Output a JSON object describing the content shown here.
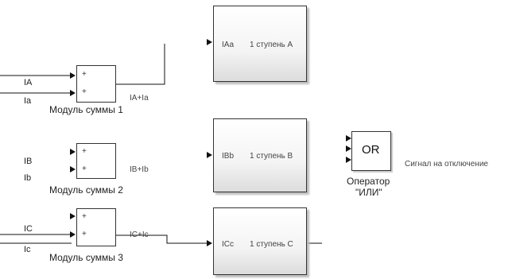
{
  "sum_blocks": [
    {
      "caption": "Модуль суммы 1",
      "output": "IA+Ia",
      "inputs": [
        "IA",
        "Ia"
      ],
      "signs": [
        "+",
        "+"
      ]
    },
    {
      "caption": "Модуль суммы 2",
      "output": "IB+Ib",
      "inputs": [
        "IB",
        "Ib"
      ],
      "signs": [
        "+",
        "+"
      ]
    },
    {
      "caption": "Модуль суммы 3",
      "output": "IC+Ic",
      "inputs": [
        "IC",
        "Ic"
      ],
      "signs": [
        "+",
        "+"
      ]
    }
  ],
  "subsystems": [
    {
      "port": "IAa",
      "label": "1 ступень A"
    },
    {
      "port": "IBb",
      "label": "1 ступень B"
    },
    {
      "port": "ICc",
      "label": "1 ступень C"
    }
  ],
  "or_block": {
    "label": "OR",
    "caption_line1": "Оператор",
    "caption_line2": "\"ИЛИ\"",
    "output": "Сигнал на отключение"
  },
  "colors": {
    "line": "#111111",
    "block_border": "#333333",
    "shadow": "#bdbdbd"
  }
}
